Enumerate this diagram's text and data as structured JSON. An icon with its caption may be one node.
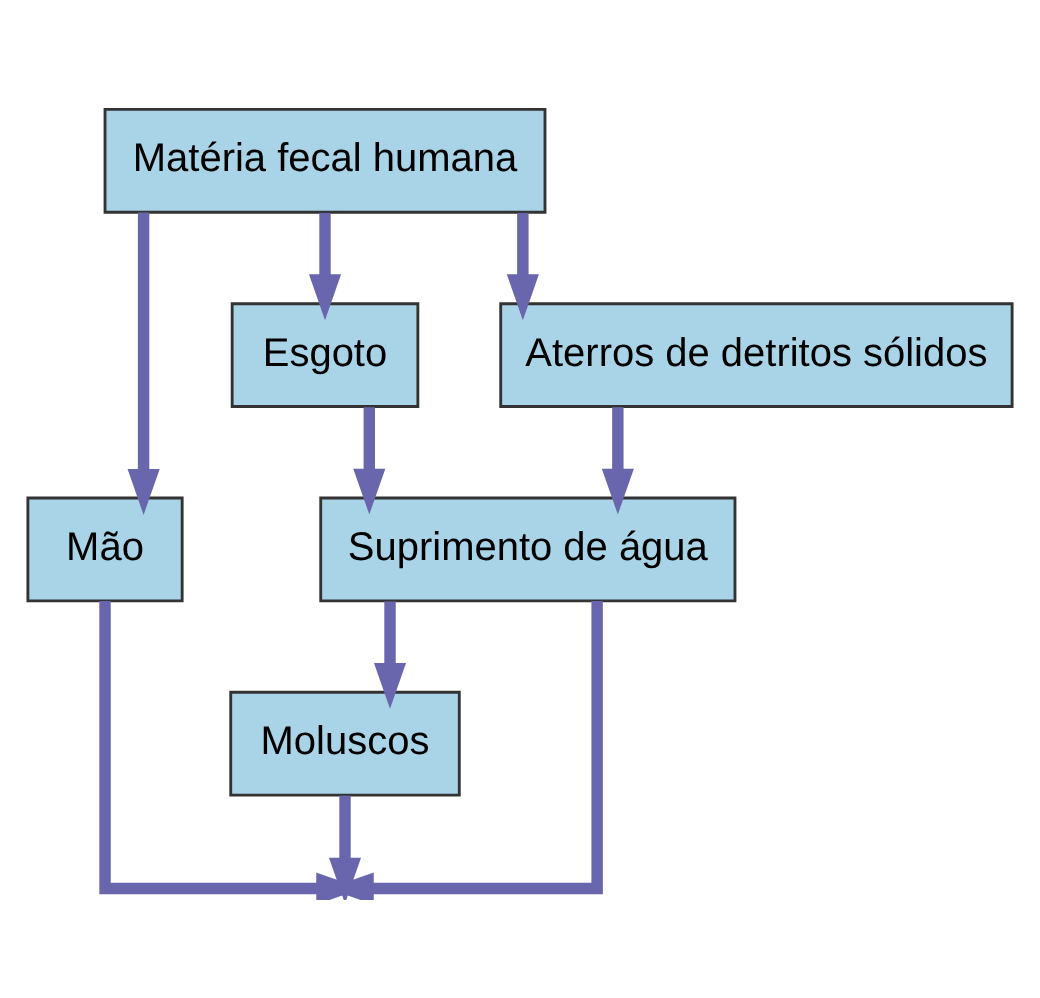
{
  "diagram": {
    "nodes": [
      {
        "text": [
          "Matéria fecal humana"
        ]
      },
      {
        "text": [
          "Mão"
        ]
      },
      {
        "text": [
          "Esgoto"
        ]
      },
      {
        "text": [
          "Aterros de detritos sólidos"
        ]
      },
      {
        "text": [
          "Suprimento de água"
        ]
      },
      {
        "text": [
          "Moluscos"
        ]
      }
    ],
    "edges": [
      {
        "from": 0,
        "to": 1,
        "arrow": "to"
      },
      {
        "from": 0,
        "to": 2,
        "arrow": "to"
      },
      {
        "from": 0,
        "to": 3,
        "arrow": "to"
      },
      {
        "from": 2,
        "to": 4,
        "arrow": "to"
      },
      {
        "from": 3,
        "to": 4,
        "arrow": "to"
      },
      {
        "from": 4,
        "to": 5,
        "arrow": "to"
      },
      {
        "from": 1,
        "to": null,
        "arrow": "to"
      },
      {
        "from": 4,
        "to": null,
        "arrow": "to"
      },
      {
        "from": 5,
        "to": null,
        "arrow": "to"
      }
    ]
  }
}
